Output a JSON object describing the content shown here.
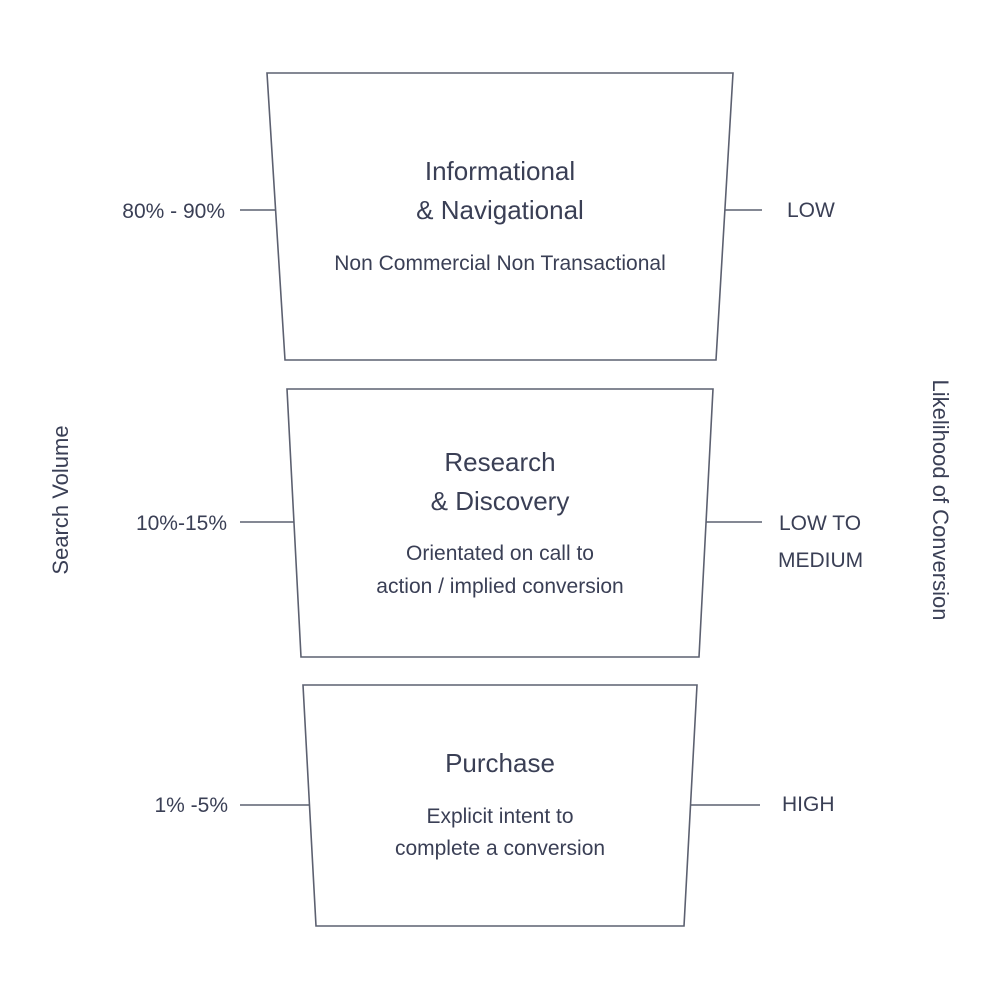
{
  "axes": {
    "left": "Search Volume",
    "right": "Likelihood of Conversion"
  },
  "stages": [
    {
      "title_lines": [
        "Informational",
        "& Navigational"
      ],
      "description_lines": [
        "Non Commercial Non Transactional"
      ],
      "search_volume": "80% - 90%",
      "likelihood_lines": [
        "LOW"
      ]
    },
    {
      "title_lines": [
        "Research",
        "& Discovery"
      ],
      "description_lines": [
        "Orientated on call to",
        "action / implied conversion"
      ],
      "search_volume": "10%-15%",
      "likelihood_lines": [
        "LOW TO",
        "MEDIUM"
      ]
    },
    {
      "title_lines": [
        "Purchase"
      ],
      "description_lines": [
        "Explicit intent to",
        "complete a conversion"
      ],
      "search_volume": "1% -5%",
      "likelihood_lines": [
        "HIGH"
      ]
    }
  ],
  "colors": {
    "text": "#3a3f55",
    "stroke": "#5c6070"
  }
}
